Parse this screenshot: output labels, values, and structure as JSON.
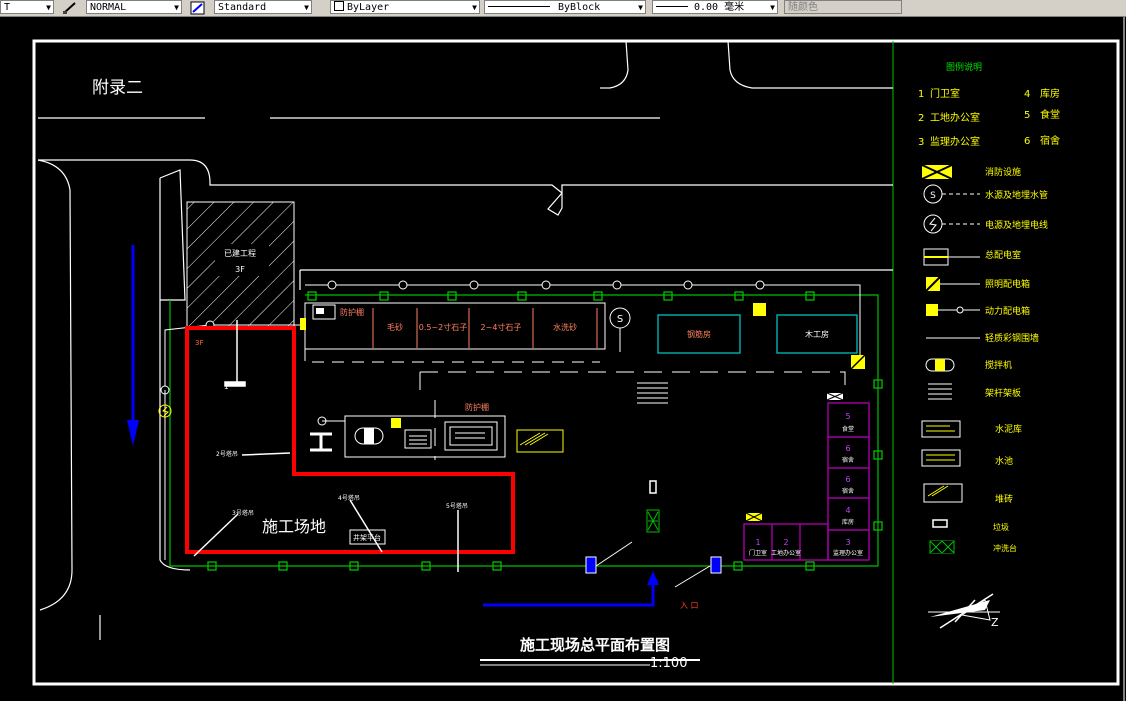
{
  "toolbar": {
    "linetype_scale": "T",
    "dim_style": "NORMAL",
    "text_style": "Standard",
    "layer": "ByLayer",
    "linetype": "ByBlock",
    "lineweight": "0.00 毫米",
    "plot_color": "随颜色",
    "icons": [
      "dimension-style-icon",
      "text-style-icon",
      "layer-square-icon"
    ]
  },
  "drawing": {
    "appendix": "附录二",
    "title": "施工现场总平面布置图",
    "scale": "1:100",
    "existing_building": {
      "name": "已建工程",
      "floors": "3F"
    },
    "site_floor": "3F",
    "site_label": "施工场地",
    "towers": [
      "1",
      "2号塔吊",
      "3号塔吊",
      "4号塔吊",
      "5号塔吊"
    ],
    "tower_lift": "井架平台",
    "shed_top": "防护棚",
    "shed_mid": "防护棚",
    "materials": [
      "毛砂",
      "0.5~2寸石子",
      "2~4寸石子",
      "水洗砂"
    ],
    "rebar_room": "钢筋房",
    "wood_room": "木工房",
    "entrance": "入 口",
    "buildings": [
      {
        "num": "5",
        "name": "食堂"
      },
      {
        "num": "6",
        "name": "宿舍"
      },
      {
        "num": "6",
        "name": "宿舍"
      },
      {
        "num": "4",
        "name": "库房"
      },
      {
        "num": "1",
        "name": "门卫室"
      },
      {
        "num": "2",
        "name": "工地办公室"
      },
      {
        "num": "3",
        "name": "监理办公室"
      }
    ],
    "north": "Z"
  },
  "legend": {
    "title": "图例说明",
    "rooms": [
      {
        "num": "1",
        "name": "门卫室"
      },
      {
        "num": "4",
        "name": "库房"
      },
      {
        "num": "2",
        "name": "工地办公室"
      },
      {
        "num": "5",
        "name": "食堂"
      },
      {
        "num": "3",
        "name": "监理办公室"
      },
      {
        "num": "6",
        "name": "宿舍"
      }
    ],
    "symbols": [
      "消防设施",
      "水源及地埋水管",
      "电源及地埋电线",
      "总配电室",
      "照明配电箱",
      "动力配电箱",
      "轻质彩钢围墙",
      "搅拌机",
      "架杆架板",
      "水泥库",
      "水池",
      "堆砖",
      "垃圾",
      "冲洗台"
    ],
    "water_sym": "S"
  },
  "colors": {
    "background": "#000000",
    "yellow": "#ffff00",
    "red": "#ff0000",
    "green": "#00c000",
    "cyan": "#00c0c0",
    "magenta": "#c000c0",
    "blue": "#0000ff",
    "material": "#ff8060"
  }
}
